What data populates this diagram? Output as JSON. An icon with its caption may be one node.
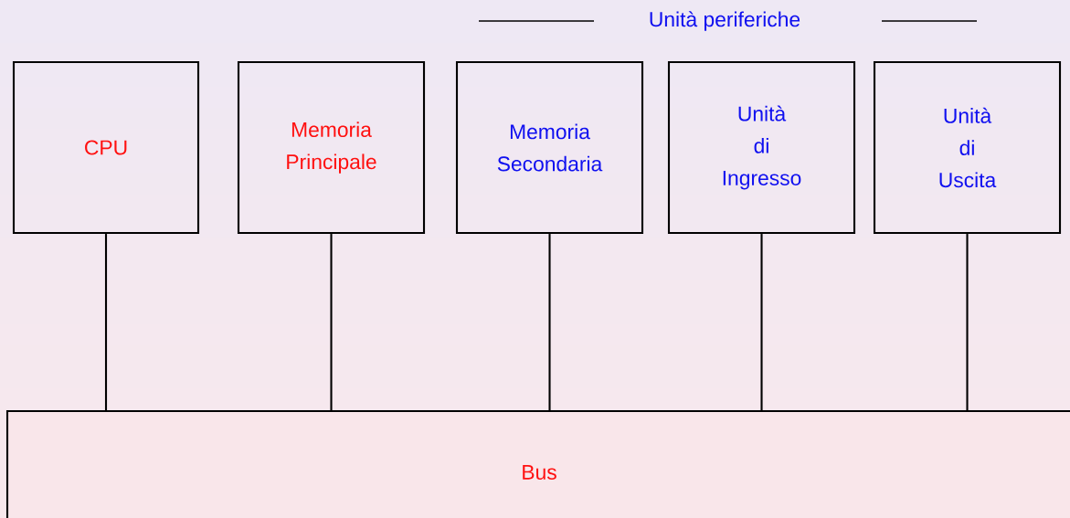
{
  "diagram": {
    "title": "Unità periferiche",
    "nodes": [
      {
        "text": [
          "CPU"
        ]
      },
      {
        "text": [
          "Memoria Principale"
        ]
      },
      {
        "text": [
          "Memoria Secondaria"
        ]
      },
      {
        "text": [
          "Unità di Ingresso"
        ]
      },
      {
        "text": [
          "Unità di Uscita"
        ]
      },
      {
        "text": [
          "Bus"
        ]
      }
    ],
    "edges": [
      {
        "from": 0,
        "to": 5,
        "arrow": "none"
      },
      {
        "from": 1,
        "to": 5,
        "arrow": "none"
      },
      {
        "from": 2,
        "to": 5,
        "arrow": "none"
      },
      {
        "from": 3,
        "to": 5,
        "arrow": "none"
      },
      {
        "from": 4,
        "to": 5,
        "arrow": "none"
      }
    ]
  }
}
